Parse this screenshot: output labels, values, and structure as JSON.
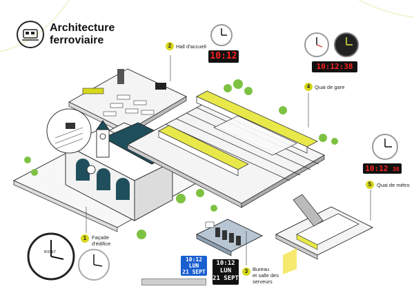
{
  "title_line1": "Architecture",
  "title_line2": "ferroviaire",
  "sections": [
    {
      "number": "1",
      "label_lines": [
        "Façade",
        "d'édifice"
      ]
    },
    {
      "number": "2",
      "label_lines": [
        "Hall d'accueil"
      ]
    },
    {
      "number": "3",
      "label_lines": [
        "Bureau",
        "et salle des",
        "serveurs"
      ]
    },
    {
      "number": "4",
      "label_lines": [
        "Quai de gare"
      ]
    },
    {
      "number": "5",
      "label_lines": [
        "Quai de métro"
      ]
    }
  ],
  "displays": {
    "hall_time": "10:12",
    "quai_gare_time": "10:12:38",
    "metro_time": "10:12",
    "metro_seconds": "38",
    "bureau_time": "10:12",
    "bureau_day": "LUN",
    "bureau_date": "21 SEPT",
    "blue_time": "10:12",
    "blue_day": "LUN",
    "blue_date": "21 SEPT"
  },
  "facade_clock_brand": "BODET",
  "colors": {
    "accent": "#d6d81a",
    "roof": "#1f4f5c",
    "led_red": "#ff2020",
    "blue_panel": "#1a5fd0"
  }
}
